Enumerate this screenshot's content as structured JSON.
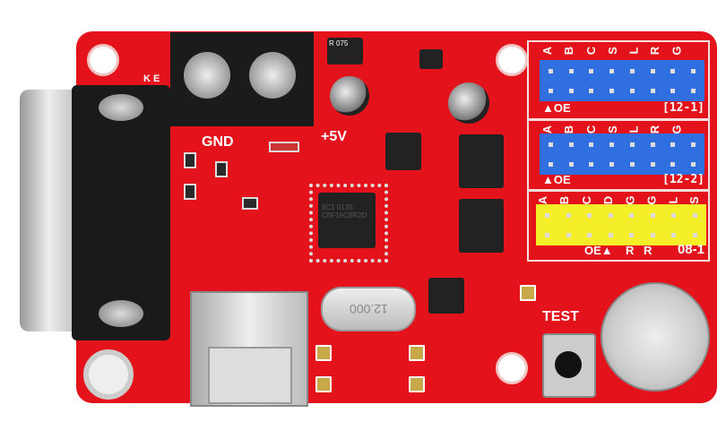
{
  "board": {
    "terminal_labels": {
      "gnd": "GND",
      "vcc": "+5V"
    },
    "resistor_label": "R 075",
    "headers": [
      {
        "id": "12-1",
        "label": "[12-1]",
        "oe": "▲OE",
        "pins": [
          "A",
          "B",
          "C",
          "S",
          "L",
          "R",
          "G"
        ],
        "color": "#2f6fe0"
      },
      {
        "id": "12-2",
        "label": "[12-2]",
        "oe": "▲OE",
        "pins": [
          "A",
          "B",
          "C",
          "S",
          "L",
          "R",
          "G"
        ],
        "color": "#2f6fe0"
      },
      {
        "id": "08-1",
        "label": "08-1",
        "oe": "OE▲",
        "extra": [
          "R",
          "R"
        ],
        "pins": [
          "A",
          "B",
          "C",
          "D",
          "G",
          "G",
          "L",
          "S"
        ],
        "color": "#f5ef2a"
      }
    ],
    "mcu_text": "8C1 0135 C8F16C8R2D",
    "crystal_label": "12.000",
    "test_label": "TEST",
    "corner_marks": "K E"
  }
}
